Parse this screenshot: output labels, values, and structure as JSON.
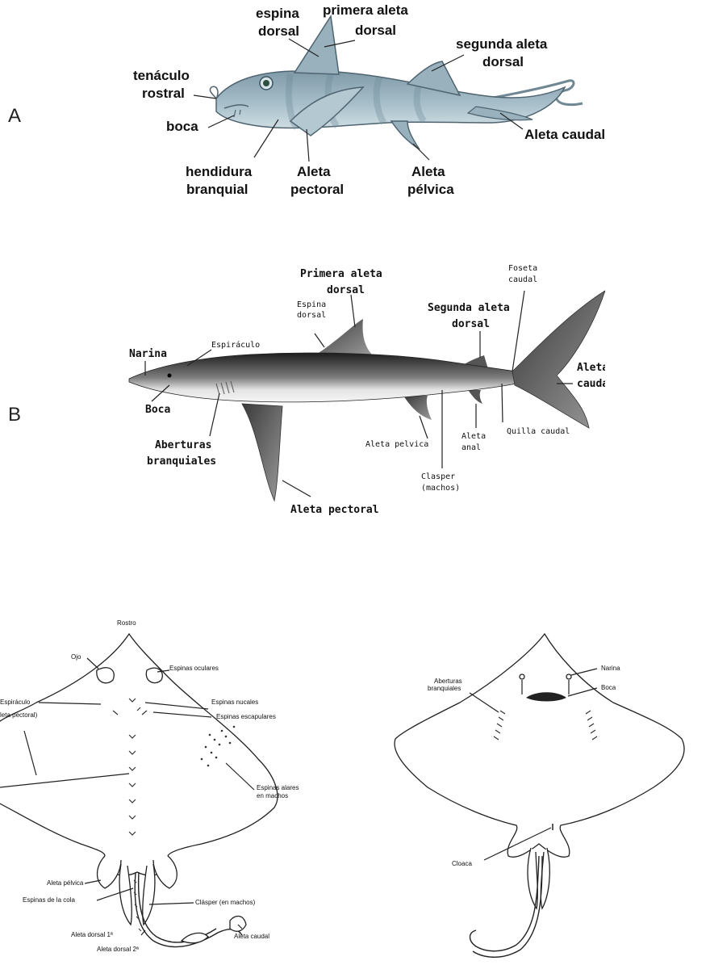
{
  "panel_a": {
    "letter": "A",
    "labels": {
      "dorsal_spine": [
        "espina",
        "dorsal"
      ],
      "first_dorsal": [
        "primera aleta",
        "dorsal"
      ],
      "second_dorsal": [
        "segunda aleta",
        "dorsal"
      ],
      "rostral": [
        "tenáculo",
        "rostral"
      ],
      "mouth": "boca",
      "gill_slit": [
        "hendidura",
        "branquial"
      ],
      "pectoral": [
        "Aleta",
        "pectoral"
      ],
      "pelvic": [
        "Aleta",
        "pélvica"
      ],
      "caudal": "Aleta caudal"
    }
  },
  "panel_b": {
    "letter": "B",
    "labels": {
      "first_dorsal": [
        "Primera aleta",
        "dorsal"
      ],
      "dorsal_spine": [
        "Espina",
        "dorsal"
      ],
      "second_dorsal": [
        "Segunda aleta",
        "dorsal"
      ],
      "caudal_pit": [
        "Foseta",
        "caudal"
      ],
      "nostril": "Narina",
      "spiracle": "Espiráculo",
      "caudal_fin": [
        "Aleta",
        "caudal"
      ],
      "mouth": "Boca",
      "gill_openings": [
        "Aberturas",
        "branquiales"
      ],
      "pelvic": "Aleta pelvica",
      "anal": [
        "Aleta",
        "anal"
      ],
      "caudal_keel": "Quilla caudal",
      "clasper": [
        "Clasper",
        "(machos)"
      ],
      "pectoral": "Aleta pectoral"
    }
  },
  "panel_c": {
    "labels": {
      "rostrum": "Rostro",
      "eye": "Ojo",
      "ocular_spines": "Espinas oculares",
      "spiracle": "Espiráculo",
      "nuchal": "Espinas nucales",
      "pectoral_partial": "leta pectoral)",
      "scapular": "Espinas escapulares",
      "alar": [
        "Espinas alares",
        "en machos"
      ],
      "pelvic": "Aleta pélvica",
      "tail_spines": "Espinas de la cola",
      "clasper": "Clásper (en machos)",
      "dorsal1": "Aleta dorsal 1ª",
      "dorsal2": "Aleta dorsal 2ª",
      "caudal": "Aleta caudal"
    }
  },
  "panel_d": {
    "labels": {
      "nostril": "Narina",
      "gill_openings": [
        "Aberturas",
        "branquiales"
      ],
      "mouth": "Boca",
      "cloaca": "Cloaca"
    }
  }
}
